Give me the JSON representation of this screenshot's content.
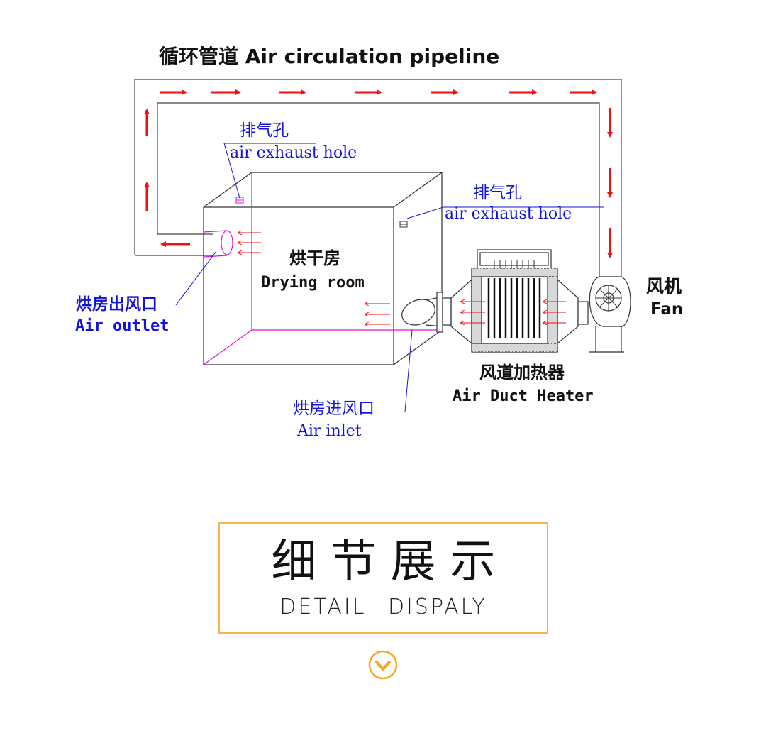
{
  "diagram": {
    "pipeline_label": "循环管道 Air circulation pipeline",
    "exhaust_left_cn": "排气孔",
    "exhaust_left_en": "air exhaust hole",
    "exhaust_right_cn": "排气孔",
    "exhaust_right_en": "air exhaust hole",
    "room_cn": "烘干房",
    "room_en": "Drying room",
    "outlet_cn": "烘房出风口",
    "outlet_en": "Air outlet",
    "inlet_cn": "烘房进风口",
    "inlet_en": "Air inlet",
    "heater_cn": "风道加热器",
    "heater_en": "Air Duct Heater",
    "fan_cn": "风机",
    "fan_en": "Fan",
    "colors": {
      "arrow": "#ee1111",
      "label_blue": "#1414d8",
      "room_edge": "#e010e0",
      "line": "#333333"
    }
  },
  "section": {
    "title_cn": "细节展示",
    "title_en": "DETAIL DISPALY",
    "accent": "#f5b54e",
    "chevron_icon": "chevron-down-circle-icon"
  }
}
